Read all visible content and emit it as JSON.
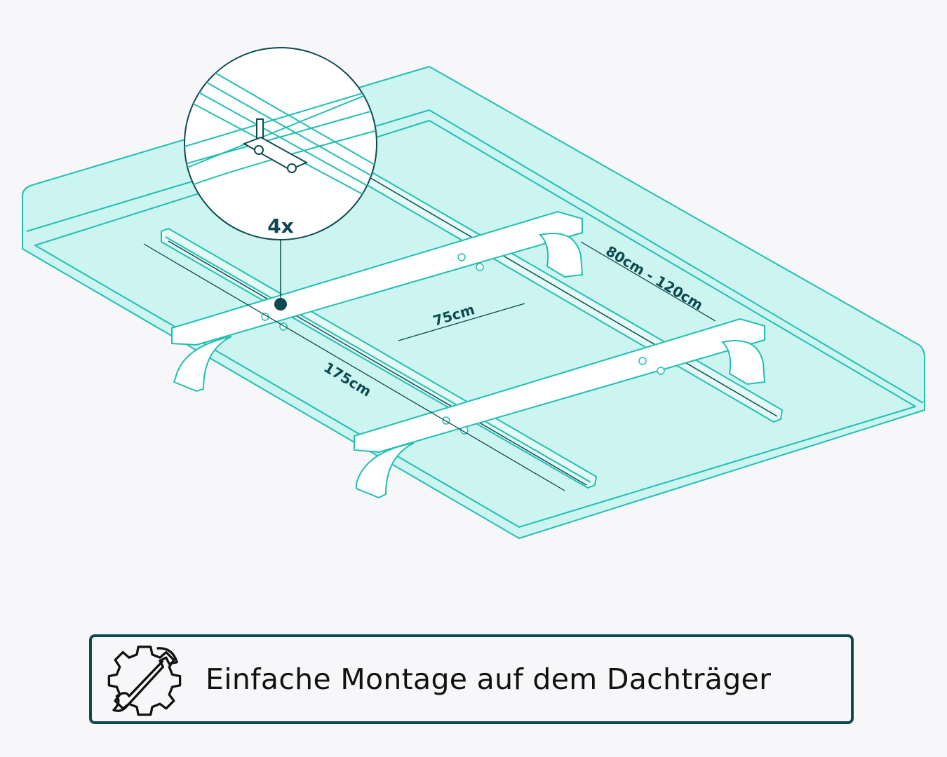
{
  "diagram": {
    "inset_count_label": "4x",
    "width_label": "75cm",
    "bar_spacing_label": "80cm - 120cm",
    "rail_length_label": "175cm"
  },
  "banner": {
    "icon": "gear-wrench-icon",
    "text": "Einfache Montage auf dem Dachträger"
  },
  "colors": {
    "background": "#f7f7f9",
    "roof_fill": "#ccf4f0",
    "line": "#22bfb1",
    "dark": "#0d4a50"
  }
}
